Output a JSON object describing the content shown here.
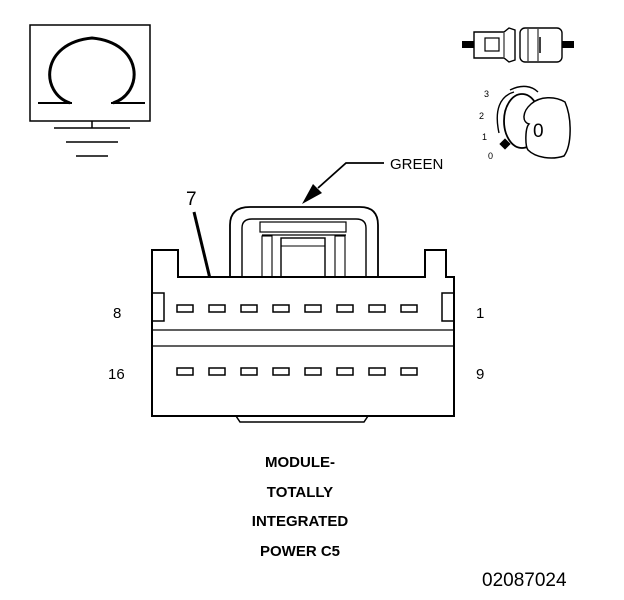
{
  "wire_color": "GREEN",
  "callout_pin": "7",
  "pin_labels": {
    "top_left": "8",
    "top_right": "1",
    "bottom_left": "16",
    "bottom_right": "9"
  },
  "ignition_positions": [
    "3",
    "2",
    "1",
    "0"
  ],
  "key_label": "0",
  "caption_lines": [
    "MODULE-",
    "TOTALLY",
    "INTEGRATED",
    "POWER C5"
  ],
  "figure_id": "02087024",
  "icons": {
    "ohmmeter": "ohm-symbol-icon",
    "ground": "ground-icon",
    "connector_pair": "connector-unplugged-icon",
    "ignition": "ignition-key-off-icon"
  },
  "colors": {
    "line": "#000000",
    "background": "#ffffff",
    "fill_light": "#e6e6e6"
  }
}
